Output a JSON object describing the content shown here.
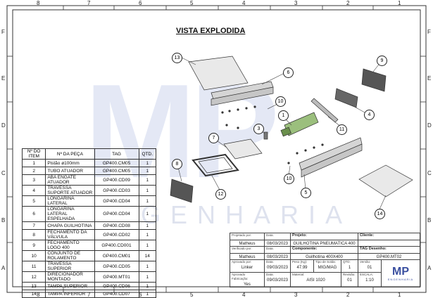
{
  "drawing": {
    "title": "VISTA EXPLODIDA",
    "watermark_letters": "MP",
    "watermark_text": "GENHARIA",
    "logo_letters": "MP",
    "logo_sub": "ENGENHARIA"
  },
  "zones": {
    "top": [
      "8",
      "7",
      "6",
      "5",
      "4",
      "3",
      "2",
      "1"
    ],
    "bottom": [
      "8",
      "7",
      "6",
      "5",
      "4",
      "3",
      "2",
      "1"
    ],
    "left": [
      "F",
      "E",
      "D",
      "C",
      "B",
      "A"
    ],
    "right": [
      "F",
      "E",
      "D",
      "C",
      "B",
      "A"
    ]
  },
  "bom": {
    "headers": [
      "Nº DO ITEM",
      "Nº DA PEÇA",
      "TAG",
      "QTD."
    ],
    "rows": [
      {
        "item": "1",
        "peca": "Pistão ø100mm",
        "tag": "GP400.CM05",
        "qtd": "1"
      },
      {
        "item": "2",
        "peca": "TUBO ATUADOR",
        "tag": "GP400.CM05",
        "qtd": "1"
      },
      {
        "item": "3",
        "peca": "ABA ENGATE ATUADOR",
        "tag": "GP400.CD09",
        "qtd": "1"
      },
      {
        "item": "4",
        "peca": "TRAVESSA SUPORTE ATUADOR",
        "tag": "GP400.CD03",
        "qtd": "1"
      },
      {
        "item": "5",
        "peca": "LONGARINA LATERAL",
        "tag": "GP400.CD04",
        "qtd": "1"
      },
      {
        "item": "6",
        "peca": "LONGARINA LATERAL ESPELHADA",
        "tag": "GP400.CD04",
        "qtd": "1"
      },
      {
        "item": "7",
        "peca": "CHAPA GUILHOTINA",
        "tag": "GP400.CD08",
        "qtd": "1"
      },
      {
        "item": "8",
        "peca": "FECHAMENTO DA VÁLVULA",
        "tag": "GP400.CD02",
        "qtd": "1"
      },
      {
        "item": "9",
        "peca": "FECHAMENTO LOGO 400",
        "tag": "GP400.CD001",
        "qtd": "1"
      },
      {
        "item": "10",
        "peca": "CONJUNTO DE ROLAMENTO",
        "tag": "GP400.CM01",
        "qtd": "14"
      },
      {
        "item": "11",
        "peca": "TRAVESSA SUPERIOR",
        "tag": "GP400.CD05",
        "qtd": "1"
      },
      {
        "item": "12",
        "peca": "DIRECIONADOR MONTADO",
        "tag": "GP400.MT01",
        "qtd": "1"
      },
      {
        "item": "13",
        "peca": "TAMPA SUPERIOR",
        "tag": "GP400.CD06",
        "qtd": "1"
      },
      {
        "item": "14",
        "peca": "TAMPA INFERIOR",
        "tag": "GP400.CD07",
        "qtd": "1"
      }
    ]
  },
  "balloons": [
    "13",
    "6",
    "9",
    "10",
    "1",
    "4",
    "3",
    "11",
    "7",
    "8",
    "12",
    "10",
    "5",
    "14"
  ],
  "title_block": {
    "projetado_lbl": "Projetado por:",
    "projetado_val": "Matheus",
    "data1_lbl": "Data:",
    "data1_val": "08/03/2023",
    "projeto_lbl": "Projeto:",
    "projeto_val": "GUILHOTINA PNEUMATICA 400",
    "cliente_lbl": "Cliente:",
    "cliente_val": "",
    "verificado_lbl": "Verificado por:",
    "verificado_val": "Matheus",
    "data2_lbl": "Data:",
    "data2_val": "08/03/2023",
    "componente_lbl": "Componente:",
    "componente_val": "Guilhotina 400X400",
    "tag_lbl": "TAG Desenho:",
    "tag_val": "GP400.MT02",
    "aprovado_lbl": "Aprovado por:",
    "aprovado_val": "Linker",
    "data3_lbl": "Data:",
    "data3_val": "09/03/2023",
    "peso_lbl": "Peso (Kg):",
    "peso_val": "47.99",
    "tipo_lbl": "Tipo de Solda:",
    "tipo_val": "MIG/MAG",
    "qtd_lbl": "QTD:",
    "qtd_val": "1",
    "versao_lbl": "Versão:",
    "versao_val": "01",
    "aprovado2_lbl": "Aprovado Fabricação:",
    "aprovado2_val": "Yes",
    "data4_lbl": "Data:",
    "data4_val": "09/03/2023",
    "material_lbl": "Material:",
    "material_val": "AISI 1020",
    "revisao_lbl": "Revisão:",
    "revisao_val": "01",
    "escala_lbl": "ESCALA:",
    "escala_val": "1:10"
  }
}
